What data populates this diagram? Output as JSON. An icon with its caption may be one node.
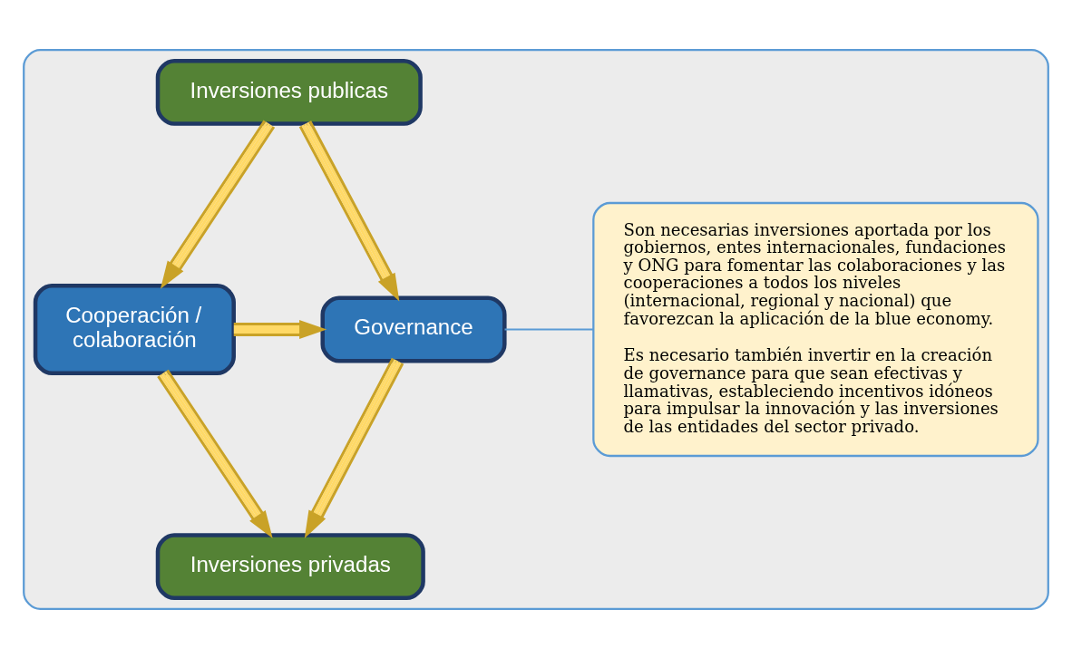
{
  "diagram": {
    "nodes": [
      {
        "text": [],
        "shape": "box"
      },
      {
        "text": [
          "Inversiones publicas"
        ],
        "in": 0
      },
      {
        "text": [
          "Cooperación / colaboración"
        ],
        "in": 0
      },
      {
        "text": [
          "Governance"
        ],
        "in": 0
      },
      {
        "text": [
          "Inversiones privadas"
        ],
        "in": 0
      },
      {
        "text": [
          "Son necesarias inversiones aportada por los gobiernos, entes internacionales, fundaciones y ONG para fomentar las colaboraciones y las cooperaciones a todos los niveles (internacional, regional y nacional) que favorezcan la aplicación de la blue economy.",
          "Es necesario también invertir en la creación de governance para que sean efectivas y llamativas, estableciendo incentivos idóneos para impulsar la innovación y las inversiones de las entidades del sector privado."
        ],
        "in": 0
      }
    ],
    "edges": [
      {
        "from": 1,
        "to": 2,
        "arrow": "to"
      },
      {
        "from": 1,
        "to": 3,
        "arrow": "to"
      },
      {
        "from": 2,
        "to": 3,
        "arrow": "to"
      },
      {
        "from": 2,
        "to": 4,
        "arrow": "to"
      },
      {
        "from": 3,
        "to": 4,
        "arrow": "to"
      },
      {
        "from": 3,
        "to": 5,
        "arrow": "none",
        "color": "#5b9bd5"
      }
    ]
  }
}
